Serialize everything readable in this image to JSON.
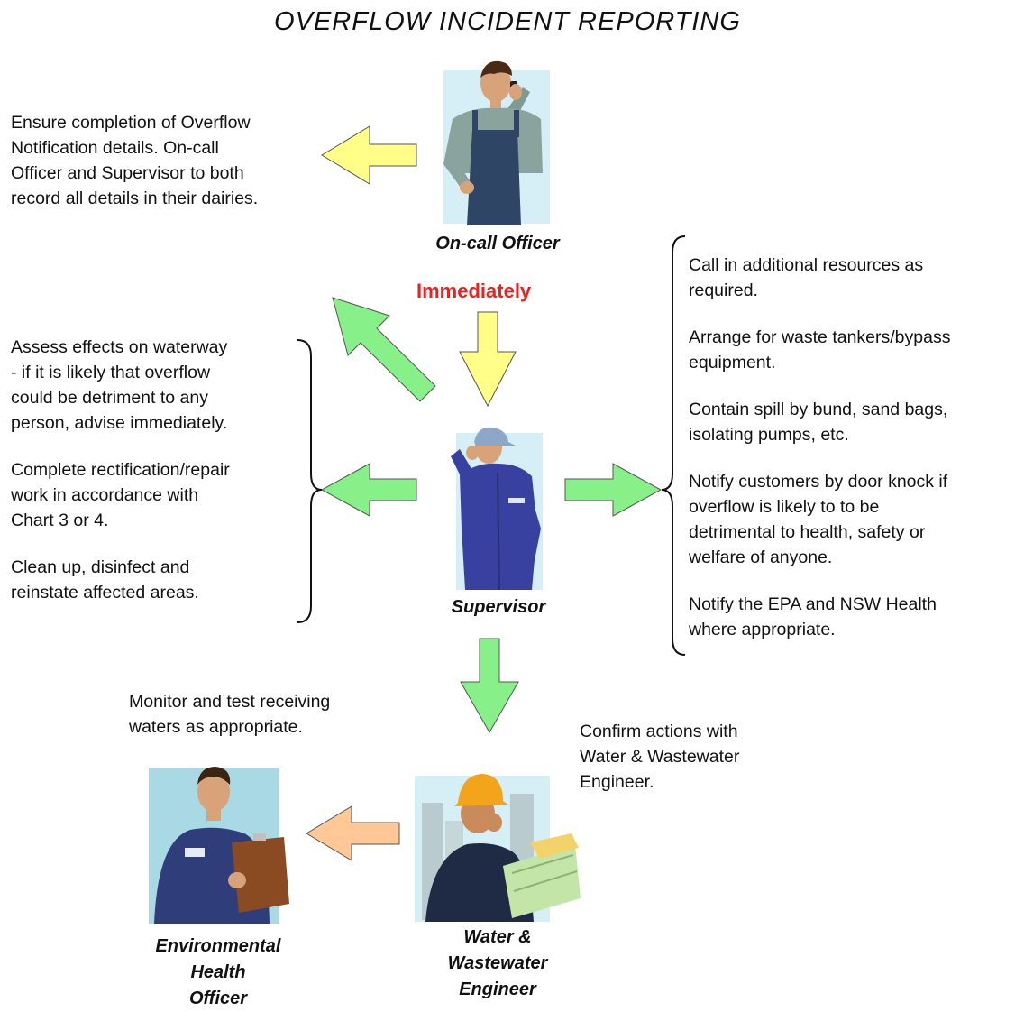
{
  "title": "OVERFLOW INCIDENT REPORTING",
  "roles": {
    "oncall": "On-call Officer",
    "supervisor": "Supervisor",
    "engineer": [
      "Water &",
      "Wastewater",
      "Engineer"
    ],
    "env_health": [
      "Environmental",
      "Health",
      "Officer"
    ]
  },
  "immediately": "Immediately",
  "notes": {
    "oncall_lines": [
      "Ensure completion of Overflow",
      "Notification details.  On-call",
      "Officer and Supervisor to both",
      "record all details in their dairies."
    ],
    "left_para1": [
      "Assess effects on waterway",
      "- if it is likely that overflow",
      "could be detriment to any",
      "person, advise immediately."
    ],
    "left_para2": [
      "Complete rectification/repair",
      "work in accordance with",
      "Chart 3 or 4."
    ],
    "left_para3": [
      "Clean up, disinfect and",
      "reinstate affected areas."
    ],
    "right_para1": [
      "Call in additional resources as",
      "required."
    ],
    "right_para2": [
      "Arrange for waste tankers/bypass",
      "equipment."
    ],
    "right_para3": [
      "Contain spill by bund, sand bags,",
      "isolating pumps, etc."
    ],
    "right_para4": [
      "Notify customers by door knock if",
      "overflow is likely to to be",
      "detrimental to health, safety or",
      "welfare of anyone."
    ],
    "right_para5": [
      "Notify the EPA and NSW Health",
      "where appropriate."
    ],
    "monitor": [
      "Monitor and test receiving",
      "waters as appropriate."
    ],
    "confirm": [
      "Confirm actions with",
      "Water & Wastewater",
      "Engineer."
    ]
  },
  "colors": {
    "yellow_arrow": "#ffff88",
    "green_arrow": "#88f088",
    "orange_arrow": "#ffc896",
    "immediately": "#e8221f"
  },
  "icons": [
    "phone-person-icon",
    "supervisor-person-icon",
    "engineer-person-icon",
    "clipboard-person-icon"
  ]
}
